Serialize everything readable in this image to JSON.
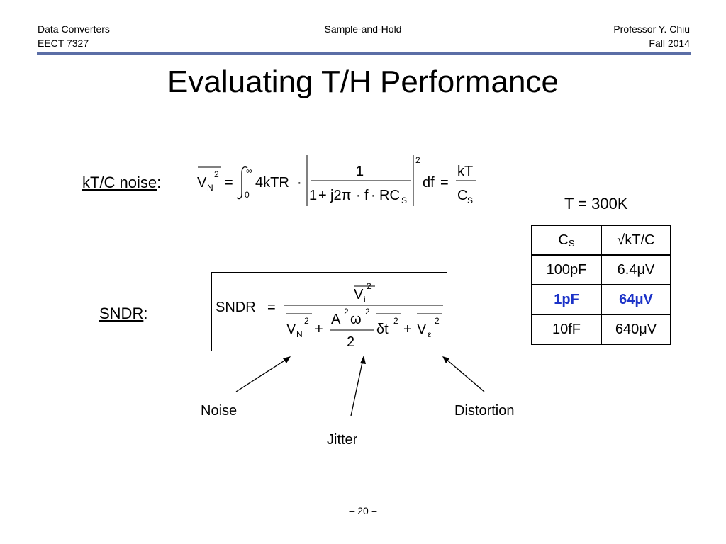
{
  "header": {
    "left_line1": "Data Converters",
    "left_line2": "EECT 7327",
    "center": "Sample-and-Hold",
    "right_line1": "Professor Y. Chiu",
    "right_line2": "Fall 2014"
  },
  "title": "Evaluating T/H Performance",
  "ktc": {
    "label": "kT/C noise",
    "colon": ":",
    "eq": {
      "v": "V",
      "n_sub": "N",
      "sq": "2",
      "equals": "=",
      "int_upper": "∞",
      "int_lower": "0",
      "four_ktr": "4kTR",
      "dot": "·",
      "numerator": "1",
      "den_one": "1",
      "den_plus": "+",
      "den_j2pi": "j2π",
      "den_f": "f",
      "den_rc": "RC",
      "den_sub": "S",
      "abs_sq": "2",
      "df": "df",
      "kt": "kT",
      "c": "C",
      "c_sub": "S"
    }
  },
  "temperature": "T = 300K",
  "table": {
    "header": {
      "c_label": "C",
      "c_sub": "S",
      "v_label": "√kT/C"
    },
    "rows": [
      {
        "c": "100pF",
        "v": "6.4μV"
      },
      {
        "c": "1pF",
        "v": "64μV"
      },
      {
        "c": "10fF",
        "v": "640μV"
      }
    ]
  },
  "sndr": {
    "label": "SNDR",
    "colon": ":",
    "eq": {
      "lhs": "SNDR",
      "equals": "=",
      "num_v": "V",
      "num_sub": "i",
      "num_sq": "2",
      "vn": "V",
      "vn_sub": "N",
      "vn_sq": "2",
      "plus": "+",
      "a": "A",
      "a_sq": "2",
      "omega": "ω",
      "omega_sq": "2",
      "half_den": "2",
      "dt": "δt",
      "dt_sq": "2",
      "ve": "V",
      "ve_sub": "ε",
      "ve_sq": "2"
    }
  },
  "annotations": {
    "noise": "Noise",
    "jitter": "Jitter",
    "distortion": "Distortion"
  },
  "page_number": "– 20 –",
  "colors": {
    "header_rule": "#5b6ea6",
    "highlight": "#1c33c8"
  }
}
